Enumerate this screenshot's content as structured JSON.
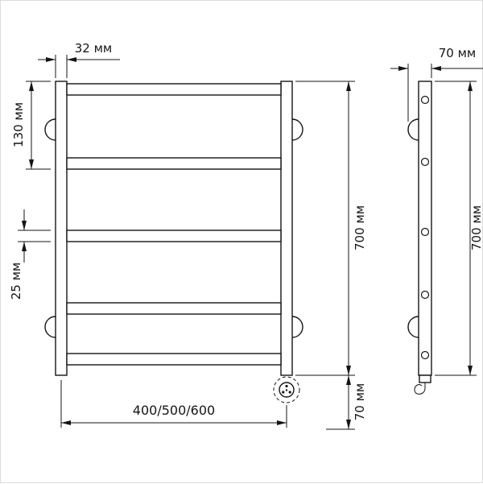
{
  "colors": {
    "line": "#151515",
    "background": "#ffffff"
  },
  "front_view": {
    "dim_post_width": "32 мм",
    "dim_top_gap": "130 мм",
    "dim_rung_diameter": "25 мм",
    "dim_height": "700 мм",
    "dim_heater_offset": "70 мм",
    "dim_width_variants": "400/500/600"
  },
  "side_view": {
    "dim_depth": "70 мм",
    "dim_height": "700 мм"
  }
}
